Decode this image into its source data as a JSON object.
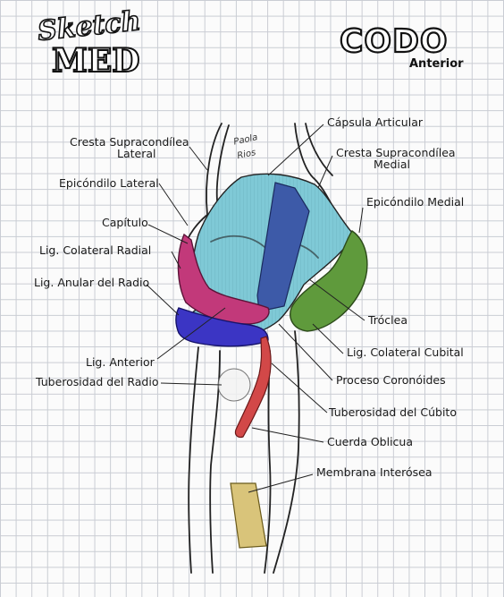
{
  "brand": {
    "script": "Sketch",
    "block": "MED"
  },
  "header": {
    "title": "CODO",
    "subtitle": "Anterior"
  },
  "signature": {
    "line1": "Paola",
    "line2": "Rios"
  },
  "labels": {
    "capsula_articular": "Cápsula Articular",
    "cresta_lateral_1": "Cresta Supracondílea",
    "cresta_lateral_2": "Lateral",
    "cresta_medial_1": "Cresta Supracondílea",
    "cresta_medial_2": "Medial",
    "epicondilo_lateral": "Epicóndilo Lateral",
    "epicondilo_medial": "Epicóndilo Medial",
    "capitulo": "Capítulo",
    "lig_colateral_radial": "Lig. Colateral Radial",
    "lig_anular": "Lig. Anular del Radio",
    "troclea": "Tróclea",
    "lig_colateral_cubital": "Lig. Colateral Cubital",
    "lig_anterior": "Lig. Anterior",
    "proceso_coronoides": "Proceso Coronóides",
    "tuberosidad_radio": "Tuberosidad del Radio",
    "tuberosidad_cubito": "Tuberosidad del Cúbito",
    "cuerda_oblicua": "Cuerda Oblicua",
    "membrana_interosea": "Membrana Interósea"
  },
  "colors": {
    "capsule": "#7fc9d6",
    "anterior_ligament": "#3d5aa8",
    "ulnar_collateral": "#5f9a3c",
    "radial_collateral": "#c2397a",
    "annular": "#3b35c4",
    "oblique_cord": "#d24848",
    "interosseous": "#d9c47a",
    "ink": "#222222"
  }
}
